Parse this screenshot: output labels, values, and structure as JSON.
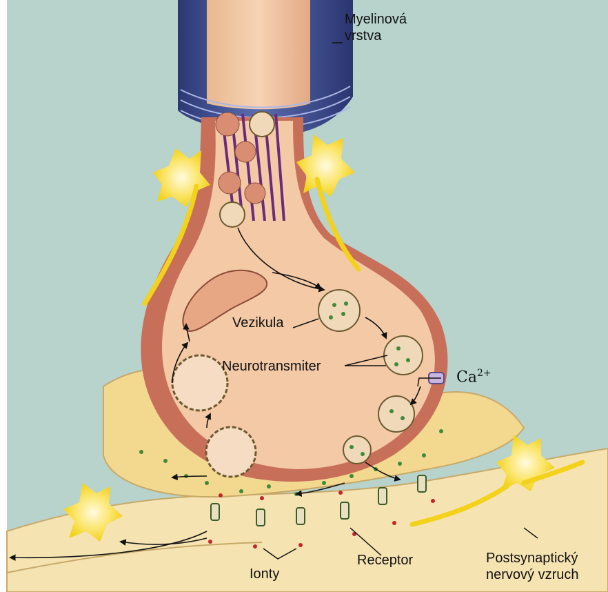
{
  "labels": {
    "myelin_line1": "Myelinová",
    "myelin_line2": "vrstva",
    "vesicle": "Vezikula",
    "neurotransmitter": "Neurotransmiter",
    "calcium": "Ca",
    "calcium_charge": "2+",
    "ions": "Ionty",
    "receptor": "Receptor",
    "postsynaptic_line1": "Postsynaptický",
    "postsynaptic_line2": "nervový vzruch"
  },
  "colors": {
    "background": "#b7d3cc",
    "myelin": "#3f4f8c",
    "terminal": "#f3c9a6",
    "terminal_wall": "#c86f5a",
    "postsynaptic": "#f6e3b2",
    "neurotransmitter_dots": "#3f8a3a",
    "impulse": "#f3d21c"
  }
}
